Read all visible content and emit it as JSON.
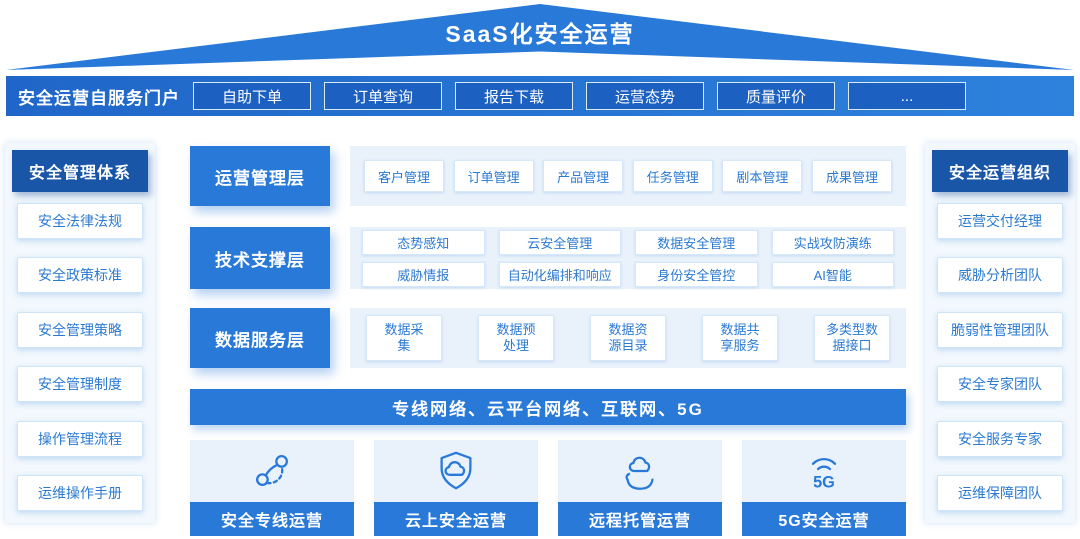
{
  "roof": {
    "title": "SaaS化安全运营"
  },
  "portal": {
    "label": "安全运营自服务门户",
    "buttons": [
      "自助下单",
      "订单查询",
      "报告下载",
      "运营态势",
      "质量评价",
      "..."
    ]
  },
  "left_panel": {
    "title": "安全管理体系",
    "items": [
      "安全法律法规",
      "安全政策标准",
      "安全管理策略",
      "安全管理制度",
      "操作管理流程",
      "运维操作手册"
    ]
  },
  "right_panel": {
    "title": "安全运营组织",
    "items": [
      "运营交付经理",
      "威胁分析团队",
      "脆弱性管理团队",
      "安全专家团队",
      "安全服务专家",
      "运维保障团队"
    ]
  },
  "layers": {
    "operations": {
      "name": "运营管理层",
      "items": [
        "客户管理",
        "订单管理",
        "产品管理",
        "任务管理",
        "剧本管理",
        "成果管理"
      ]
    },
    "technical": {
      "name": "技术支撑层",
      "items": [
        "态势感知",
        "云安全管理",
        "数据安全管理",
        "实战攻防演练",
        "威胁情报",
        "自动化编排和响应",
        "身份安全管控",
        "AI智能"
      ]
    },
    "data": {
      "name": "数据服务层",
      "items": [
        "数据采\n集",
        "数据预\n处理",
        "数据资\n源目录",
        "数据共\n享服务",
        "多类型数\n据接口"
      ]
    }
  },
  "network_bar": {
    "label": "专线网络、云平台网络、互联网、5G"
  },
  "bottom_cards": {
    "cards": [
      {
        "label": "安全专线运营",
        "icon": "route-icon"
      },
      {
        "label": "云上安全运营",
        "icon": "cloud-shield-icon"
      },
      {
        "label": "远程托管运营",
        "icon": "hand-cloud-icon"
      },
      {
        "label": "5G安全运营",
        "icon": "signal-5g-icon",
        "icon_text": "5G"
      }
    ]
  },
  "colors": {
    "primary_blue": "#2979d8",
    "dark_blue": "#1a56a8",
    "panel_light_blue": "#e9f2fb",
    "box_text_blue": "#2b7ad2",
    "white": "#ffffff"
  }
}
